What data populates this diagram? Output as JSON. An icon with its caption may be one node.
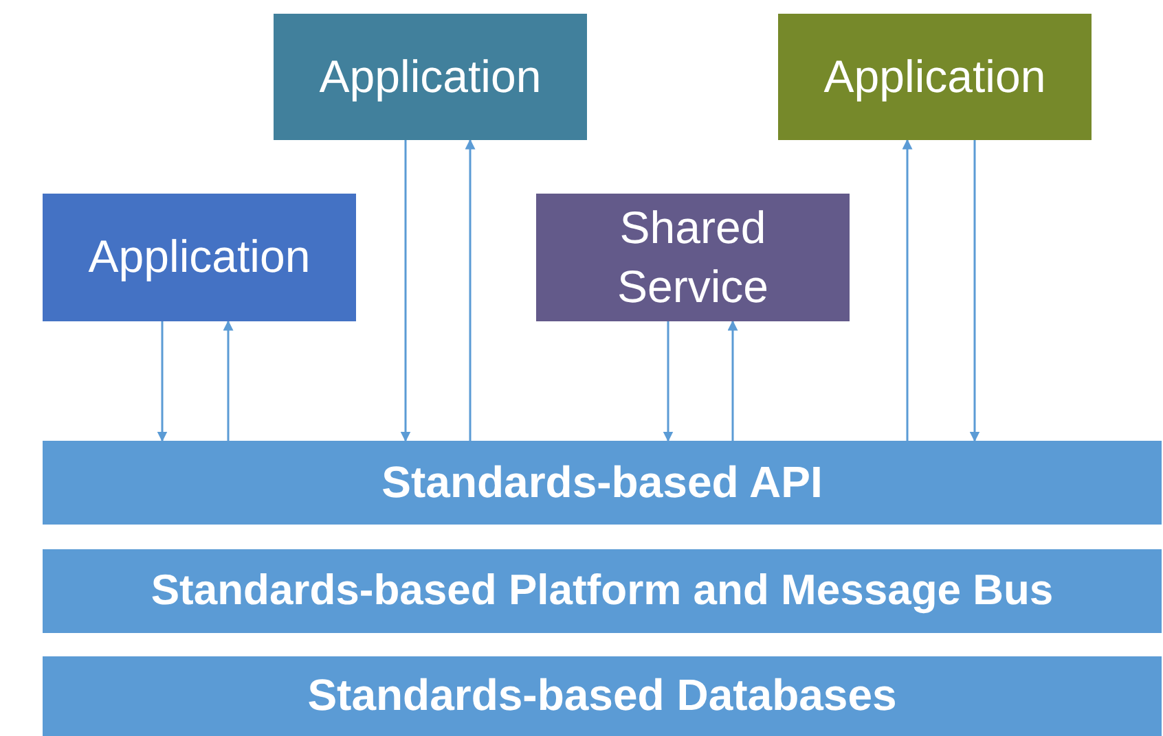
{
  "diagram": {
    "nodes": [
      {
        "text": [
          "Application"
        ]
      },
      {
        "text": [
          "Application"
        ]
      },
      {
        "text": [
          "Application"
        ]
      },
      {
        "text": [
          "Shared Service"
        ]
      },
      {
        "text": [
          "Standards-based API"
        ]
      },
      {
        "text": [
          "Standards-based Platform and Message Bus"
        ]
      },
      {
        "text": [
          "Standards-based Databases"
        ]
      }
    ],
    "edges": [
      {
        "from": 2,
        "to": 4,
        "arrow": "to"
      },
      {
        "from": 4,
        "to": 2,
        "arrow": "to"
      },
      {
        "from": 0,
        "to": 4,
        "arrow": "to"
      },
      {
        "from": 4,
        "to": 0,
        "arrow": "to"
      },
      {
        "from": 3,
        "to": 4,
        "arrow": "to"
      },
      {
        "from": 4,
        "to": 3,
        "arrow": "to"
      },
      {
        "from": 4,
        "to": 1,
        "arrow": "to"
      },
      {
        "from": 1,
        "to": 4,
        "arrow": "to"
      }
    ]
  }
}
